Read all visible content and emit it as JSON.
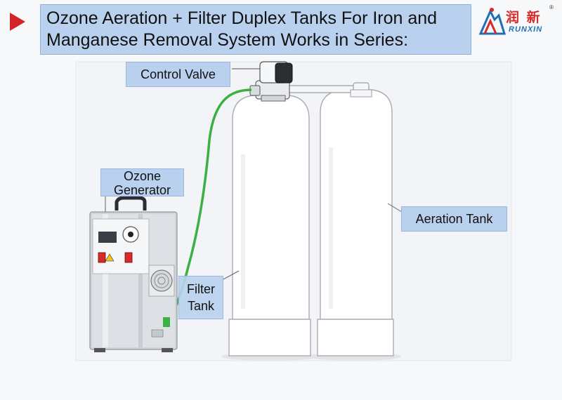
{
  "title": {
    "line1": "Ozone Aeration + Filter Duplex Tanks For Iron and",
    "line2": "Manganese Removal System Works in Series:"
  },
  "logo": {
    "chinese": "润 新",
    "english": "RUNXIN",
    "registered": "®"
  },
  "labels": {
    "control_valve": "Control Valve",
    "ozone_generator_line1": "Ozone",
    "ozone_generator_line2": "Generator",
    "filter_tank_line1": "Filter",
    "filter_tank_line2": "Tank",
    "aeration_tank": "Aeration Tank"
  },
  "colors": {
    "title_bg": "#b9d1ee",
    "arrow": "#d32525",
    "logo_red": "#d62b2b",
    "logo_blue": "#1f6fb8",
    "tube_green": "#3cb043"
  }
}
